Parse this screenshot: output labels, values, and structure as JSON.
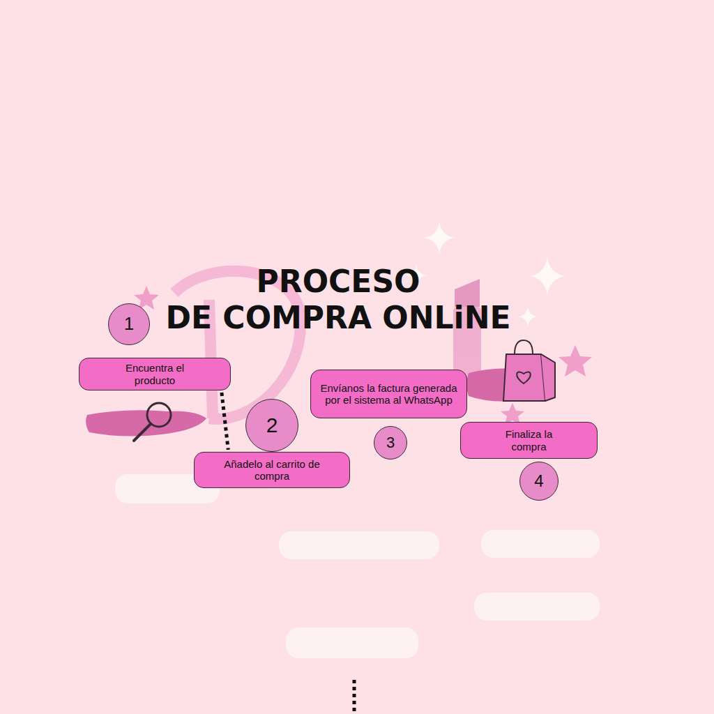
{
  "diagram": {
    "title": "PROCESO DE COMPRA ONLiNE",
    "nodes": [
      {
        "text": [
          "1"
        ]
      },
      {
        "text": [
          "Encuentra el producto"
        ]
      },
      {
        "text": [
          "2"
        ]
      },
      {
        "text": [
          "Añadelo al carrito de compra"
        ]
      },
      {
        "text": [
          "Envíanos la factura generada por el sistema al WhatsApp"
        ]
      },
      {
        "text": [
          "3"
        ]
      },
      {
        "text": [
          "Finaliza la compra"
        ]
      },
      {
        "text": [
          "4"
        ]
      }
    ],
    "edges": [
      {
        "from": 1,
        "to": 3,
        "arrow": "none"
      }
    ]
  }
}
